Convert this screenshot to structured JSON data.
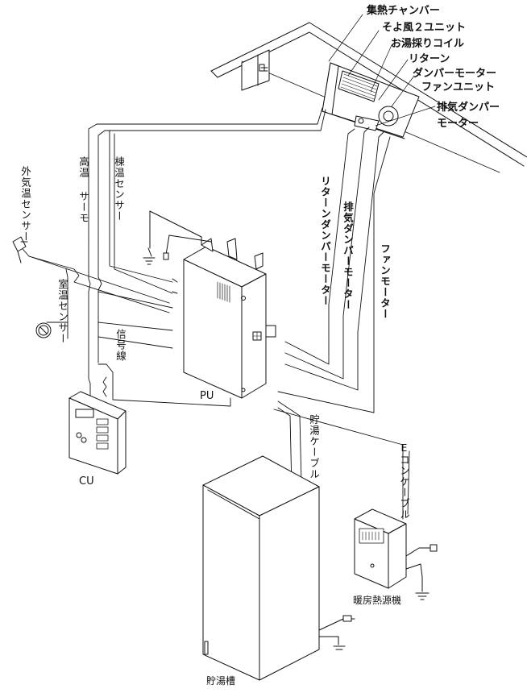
{
  "labels": {
    "collector_chamber": "集熱チャンバー",
    "soyokaze_unit": "そよ風２ユニット",
    "hot_water_coil": "お湯採りコイル",
    "return_label": "リターン",
    "damper_motor": "ダンパーモーター",
    "fan_unit": "ファンユニット",
    "exhaust_damper": "排気ダンパー",
    "motor_label": "モーター",
    "outdoor_sensor": "外気温センサー",
    "high_temp_thermo": "高温 サーモ",
    "ridge_temp_sensor": "棟温センサー",
    "room_temp_sensor": "室温センサー",
    "signal_wire": "信号線",
    "return_damper_motor": "リターンダンパーモーター",
    "exhaust_damper_motor": "排気ダンパーモーター",
    "fan_motor": "ファンモーター",
    "pu": "PU",
    "cu": "CU",
    "storage_cable": "貯湯ケーブル",
    "e_cable": "Eコンケーブル",
    "heat_source": "暖房熱源機",
    "storage_tank": "貯湯槽"
  }
}
